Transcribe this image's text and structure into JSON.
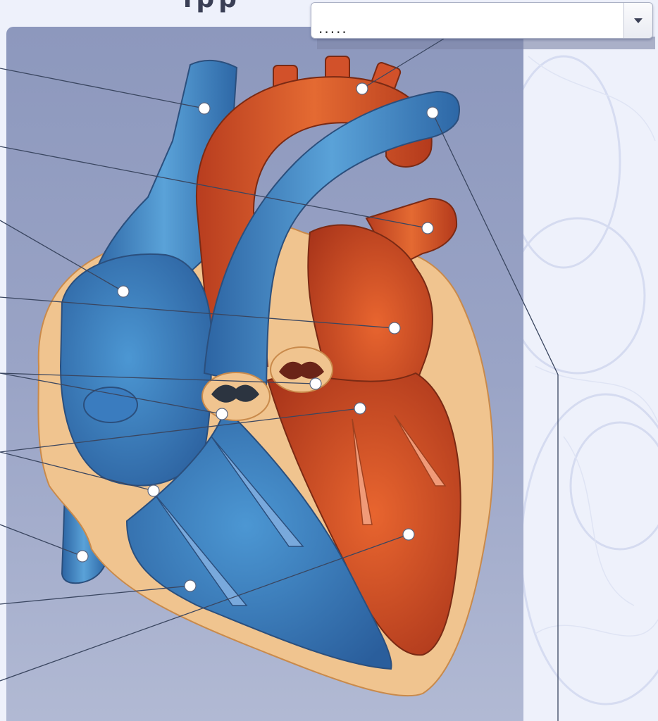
{
  "header": {
    "title_fragment": "ıpp"
  },
  "dropdown": {
    "selected": "....."
  },
  "colors": {
    "vein_blue": "#3f86c4",
    "artery_red": "#d9542a",
    "heart_wall": "#f0c48f",
    "panel": "#9da7c7"
  },
  "markers": [
    {
      "name": "superior-vena-cava"
    },
    {
      "name": "aorta"
    },
    {
      "name": "pulmonary-artery"
    },
    {
      "name": "pulmonary-veins"
    },
    {
      "name": "right-atrium"
    },
    {
      "name": "left-atrium"
    },
    {
      "name": "pulmonary-valve"
    },
    {
      "name": "aortic-valve"
    },
    {
      "name": "mitral-valve"
    },
    {
      "name": "tricuspid-valve"
    },
    {
      "name": "inferior-vena-cava"
    },
    {
      "name": "right-ventricle"
    },
    {
      "name": "left-ventricle"
    }
  ]
}
